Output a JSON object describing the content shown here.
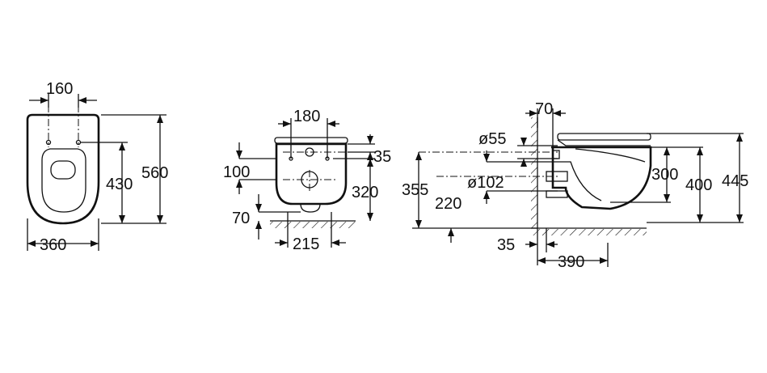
{
  "front_view": {
    "dim_fixing_width": "160",
    "dim_overall_width": "360",
    "dim_fixing_height": "430",
    "dim_overall_height": "560"
  },
  "rear_view": {
    "dim_width_top": "180",
    "dim_width_bottom": "215",
    "dim_top_offset": "35",
    "dim_upper_height": "100",
    "dim_bottom_offset": "70",
    "dim_fixing_height": "320"
  },
  "side_view": {
    "dim_wall_offset_top": "70",
    "dim_inlet_diameter": "ø55",
    "dim_outlet_diameter": "ø102",
    "dim_inlet_height": "355",
    "dim_outlet_height": "220",
    "dim_seat_height_low": "300",
    "dim_seat_height_mid": "400",
    "dim_seat_height_high": "445",
    "dim_wall_offset_bottom": "35",
    "dim_projection": "390"
  }
}
